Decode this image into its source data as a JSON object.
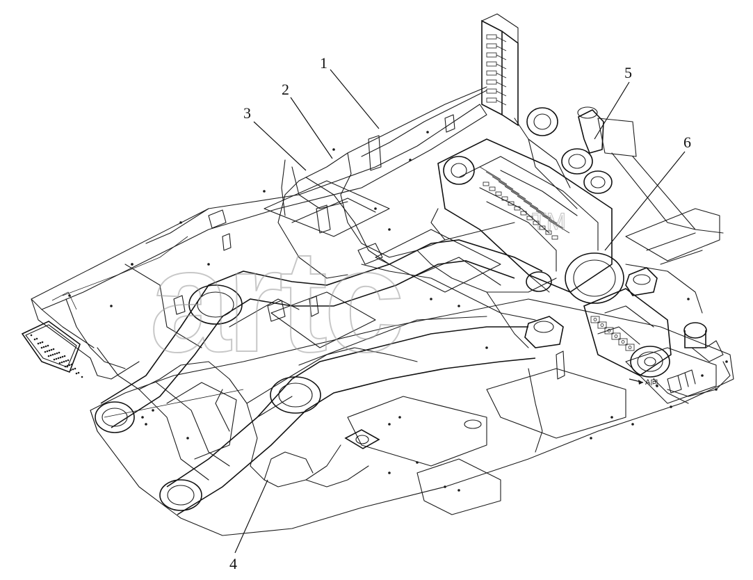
{
  "diagram": {
    "callouts": [
      {
        "id": "callout-1",
        "label": "1"
      },
      {
        "id": "callout-2",
        "label": "2"
      },
      {
        "id": "callout-3",
        "label": "3"
      },
      {
        "id": "callout-4",
        "label": "4"
      },
      {
        "id": "callout-5",
        "label": "5"
      },
      {
        "id": "callout-6",
        "label": "6"
      }
    ],
    "view_note": "A向",
    "watermark": "artc",
    "watermark_tm": "TM"
  },
  "colors": {
    "ink": "#1a1a1a",
    "watermark": "#9a9a9a",
    "background": "#ffffff"
  }
}
